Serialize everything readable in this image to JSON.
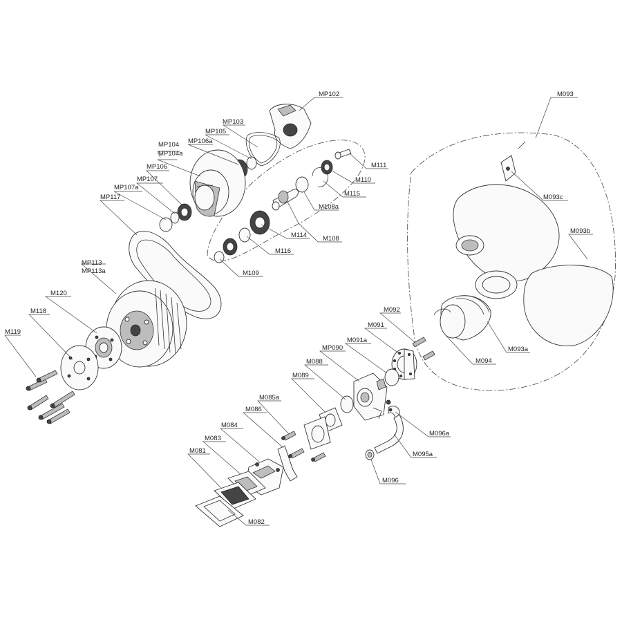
{
  "diagram": {
    "labels": {
      "MP102": "MP102",
      "MP103": "MP103",
      "MP105": "MP105",
      "MP104": "MP104",
      "MP104a": "MP104a",
      "MP106a": "MP106a",
      "MP106": "MP106",
      "MP107": "MP107",
      "MP107a": "MP107a",
      "MP117": "MP117",
      "MP113": "MP113",
      "MP113a": "MP113a",
      "M120": "M120",
      "M118": "M118",
      "M119": "M119",
      "M111": "M111",
      "M110": "M110",
      "M115": "M115",
      "M108a": "M108a",
      "M108": "M108",
      "M114": "M114",
      "M116": "M116",
      "M109": "M109",
      "M093": "M093",
      "M093c": "M093c",
      "M093b": "M093b",
      "M093a": "M093a",
      "M094": "M094",
      "M092": "M092",
      "M091": "M091",
      "M091a": "M091a",
      "MP090": "MP090",
      "M088": "M088",
      "M089": "M089",
      "M085a": "M085a",
      "M086": "M086",
      "M084": "M084",
      "M083": "M083",
      "M081": "M081",
      "M082": "M082",
      "M096a": "M096a",
      "M095a": "M095a",
      "M096": "M096"
    }
  }
}
